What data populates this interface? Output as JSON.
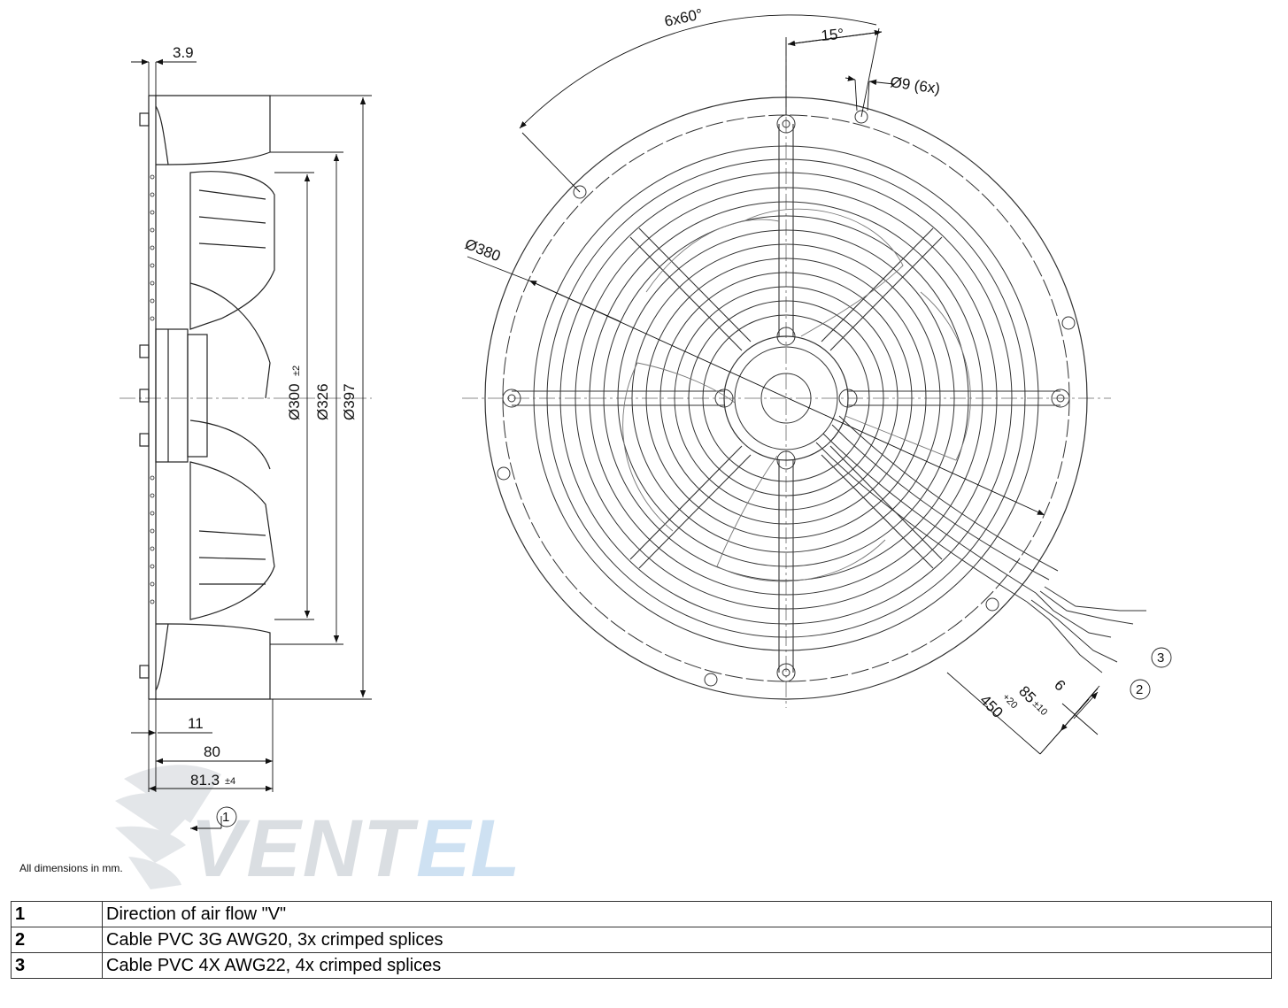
{
  "dimensions": {
    "flange_thickness": "3.9",
    "dia_300": "Ø300",
    "dia_300_tol": "±2",
    "dia_326": "Ø326",
    "dia_397": "Ø397",
    "depth_11": "11",
    "depth_80": "80",
    "depth_81_3": "81.3",
    "depth_81_3_tol": "±4",
    "hole_pattern": "6x60°",
    "hole_offset": "15°",
    "hole_dia": "Ø9 (6x)",
    "bolt_circle": "Ø380",
    "cable_length": "450",
    "cable_length_tol": "+20",
    "strip_length": "85",
    "strip_length_tol": "±10",
    "wire_end": "6"
  },
  "callouts": {
    "airflow": "1",
    "cable_3g": "2",
    "cable_4x": "3"
  },
  "watermark": "VENTEL",
  "note": "All dimensions in mm.",
  "legend": [
    {
      "num": "1",
      "text": "Direction of air flow \"V\""
    },
    {
      "num": "2",
      "text": "Cable PVC 3G AWG20, 3x crimped splices"
    },
    {
      "num": "3",
      "text": "Cable PVC 4X AWG22, 4x crimped splices"
    }
  ]
}
